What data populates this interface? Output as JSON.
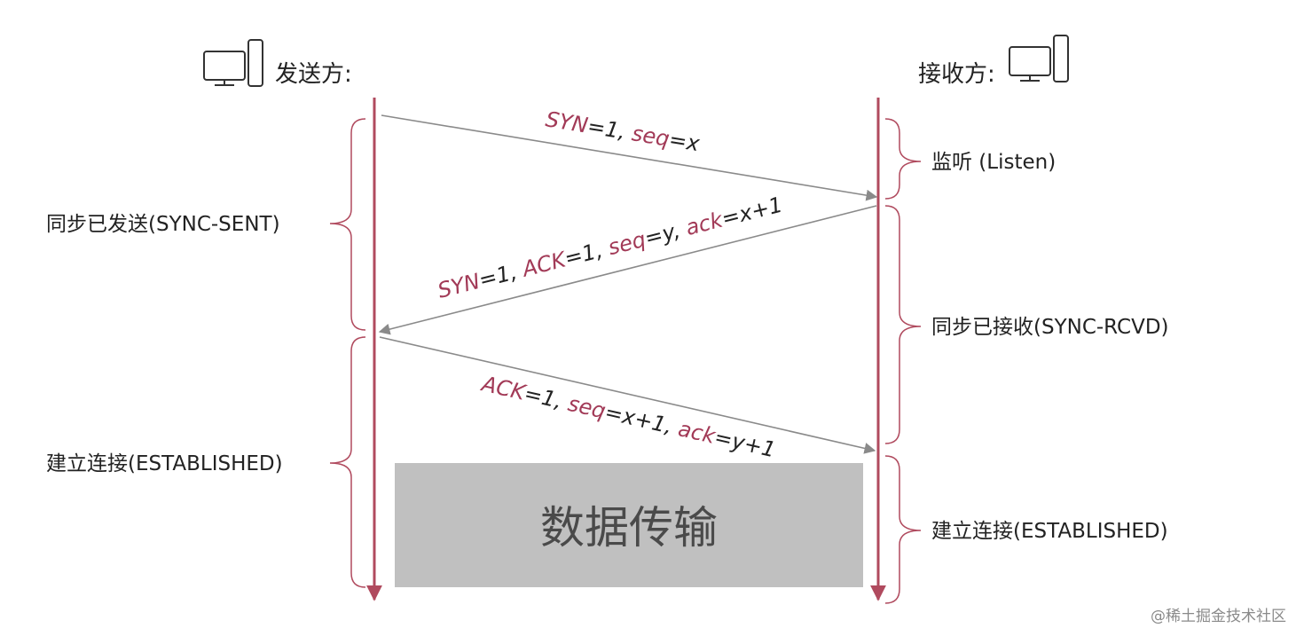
{
  "sender": {
    "label": "发送方:"
  },
  "receiver": {
    "label": "接收方:"
  },
  "sender_states": [
    {
      "label": "同步已发送(SYNC-SENT)"
    },
    {
      "label": "建立连接(ESTABLISHED)"
    }
  ],
  "receiver_states": [
    {
      "label": "监听 (Listen)"
    },
    {
      "label": "同步已接收(SYNC-RCVD)"
    },
    {
      "label": "建立连接(ESTABLISHED)"
    }
  ],
  "messages": [
    {
      "parts": [
        {
          "t": "SYN",
          "kind": "field"
        },
        {
          "t": "=1, ",
          "kind": "plain"
        },
        {
          "t": "seq",
          "kind": "field"
        },
        {
          "t": "=x",
          "kind": "plain"
        }
      ]
    },
    {
      "parts": [
        {
          "t": "SYN",
          "kind": "field"
        },
        {
          "t": "=1, ",
          "kind": "plain"
        },
        {
          "t": "ACK",
          "kind": "field"
        },
        {
          "t": "=1, ",
          "kind": "plain"
        },
        {
          "t": "seq",
          "kind": "field"
        },
        {
          "t": "=y, ",
          "kind": "plain"
        },
        {
          "t": "ack",
          "kind": "field"
        },
        {
          "t": "=x+1",
          "kind": "plain"
        }
      ]
    },
    {
      "parts": [
        {
          "t": "ACK",
          "kind": "field"
        },
        {
          "t": "=1, ",
          "kind": "plain"
        },
        {
          "t": "seq",
          "kind": "field"
        },
        {
          "t": "=x+1, ",
          "kind": "plain"
        },
        {
          "t": "ack",
          "kind": "field"
        },
        {
          "t": "=y+1",
          "kind": "plain"
        }
      ]
    }
  ],
  "data_transfer": {
    "label": "数据传输"
  },
  "watermark": {
    "label": "@稀土掘金技术社区"
  },
  "icons": {
    "sender": "computer-icon",
    "receiver": "computer-icon"
  },
  "colors": {
    "lifeline": "#b04a5e",
    "field_text": "#a23a57",
    "plain_text": "#222222",
    "arrow": "#8a8a8a",
    "data_box": "#c0c0c0",
    "data_text": "#4a4a4a"
  }
}
